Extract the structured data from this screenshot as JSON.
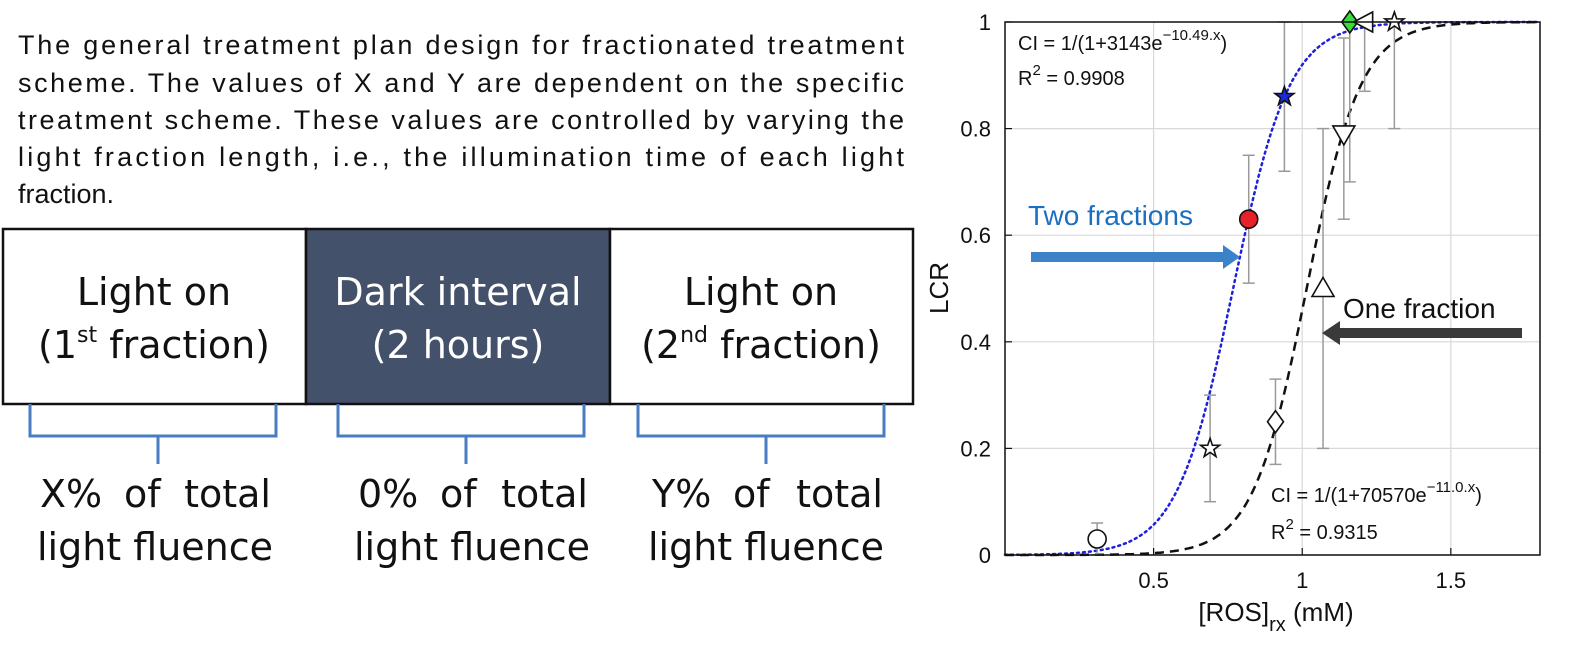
{
  "caption": {
    "lines": [
      "The general treatment plan design for fractionated treatment",
      "scheme. The values of X and Y are dependent on the specific",
      "treatment scheme. These values are controlled by varying the",
      "light fraction length, i.e., the illumination time of each light",
      "fraction."
    ]
  },
  "plan": {
    "boxes": [
      {
        "line1": "Light on",
        "line2_pre": "(1",
        "line2_sup": "st",
        "line2_post": " fraction)",
        "fill": "#ffffff",
        "text_color": "#111111"
      },
      {
        "line1": "Dark interval",
        "line2_pre": "(2 hours)",
        "line2_sup": "",
        "line2_post": "",
        "fill": "#44516a",
        "text_color": "#ffffff"
      },
      {
        "line1": "Light on",
        "line2_pre": "(2",
        "line2_sup": "nd",
        "line2_post": " fraction)",
        "fill": "#ffffff",
        "text_color": "#111111"
      }
    ],
    "fluence": [
      {
        "pct": "X%",
        "of": "of",
        "total": "total",
        "line2": "light fluence"
      },
      {
        "pct": "0%",
        "of": "of",
        "total": "total",
        "line2": "light fluence"
      },
      {
        "pct": "Y%",
        "of": "of",
        "total": "total",
        "line2": "light fluence"
      }
    ],
    "brace_color": "#4a7cc4"
  },
  "chart_data": {
    "type": "scatter",
    "xlabel": "[ROS]",
    "xlabel_sub": "rx",
    "xlabel_unit": " (mM)",
    "ylabel": "LCR",
    "xlim": [
      0.0,
      1.8
    ],
    "ylim": [
      0,
      1
    ],
    "xticks": [
      0.5,
      1,
      1.5
    ],
    "xtick_labels": [
      "0.5",
      "1",
      "1.5"
    ],
    "yticks": [
      0,
      0.2,
      0.4,
      0.6,
      0.8,
      1
    ],
    "ytick_labels": [
      "0",
      "0.2",
      "0.4",
      "0.6",
      "0.8",
      "1"
    ],
    "grid": true,
    "fits": [
      {
        "a": 3143,
        "b": 10.49,
        "color": "#1f1fdd",
        "style": "dotted",
        "eq_pre": "CI = 1/(1+3143e",
        "eq_sup": "−10.49.x",
        "eq_post": ")",
        "r2_pre": "R",
        "r2_sup": "2",
        "r2_post": " = 0.9908"
      },
      {
        "a": 70570,
        "b": 11.0,
        "color": "#111111",
        "style": "dashed",
        "eq_pre": "CI = 1/(1+70570e",
        "eq_sup": "−11.0.x",
        "eq_post": ")",
        "r2_pre": "R",
        "r2_sup": "2",
        "r2_post": " = 0.9315"
      }
    ],
    "points": [
      {
        "x": 0.31,
        "y": 0.03,
        "err": [
          0.0,
          0.06
        ],
        "marker": "circle",
        "fill": "none"
      },
      {
        "x": 0.69,
        "y": 0.2,
        "err": [
          0.1,
          0.3
        ],
        "marker": "star",
        "fill": "none"
      },
      {
        "x": 0.82,
        "y": 0.63,
        "err": [
          0.51,
          0.75
        ],
        "marker": "circle",
        "fill": "#e8202a"
      },
      {
        "x": 0.94,
        "y": 0.86,
        "err": [
          0.72,
          1.0
        ],
        "marker": "star",
        "fill": "#1a2ad8"
      },
      {
        "x": 0.91,
        "y": 0.25,
        "err": [
          0.17,
          0.33
        ],
        "marker": "diamond",
        "fill": "none"
      },
      {
        "x": 1.07,
        "y": 0.5,
        "err": [
          0.2,
          0.8
        ],
        "marker": "triangle-up",
        "fill": "none"
      },
      {
        "x": 1.14,
        "y": 0.79,
        "err": [
          0.63,
          0.97
        ],
        "marker": "triangle-down",
        "fill": "none"
      },
      {
        "x": 1.16,
        "y": 1.0,
        "err": [
          0.7,
          1.0
        ],
        "marker": "diamond",
        "fill": "#3adc3a"
      },
      {
        "x": 1.21,
        "y": 1.0,
        "err": [
          0.87,
          1.0
        ],
        "marker": "triangle-left",
        "fill": "none"
      },
      {
        "x": 1.31,
        "y": 1.0,
        "err": [
          0.8,
          1.0
        ],
        "marker": "star",
        "fill": "none"
      }
    ],
    "annotations": [
      {
        "text": "Two fractions",
        "color": "#1a6fc0",
        "arrow": "right",
        "arrow_color": "#3b82c8"
      },
      {
        "text": "One fraction",
        "color": "#111111",
        "arrow": "left",
        "arrow_color": "#3a3a3a"
      }
    ]
  }
}
